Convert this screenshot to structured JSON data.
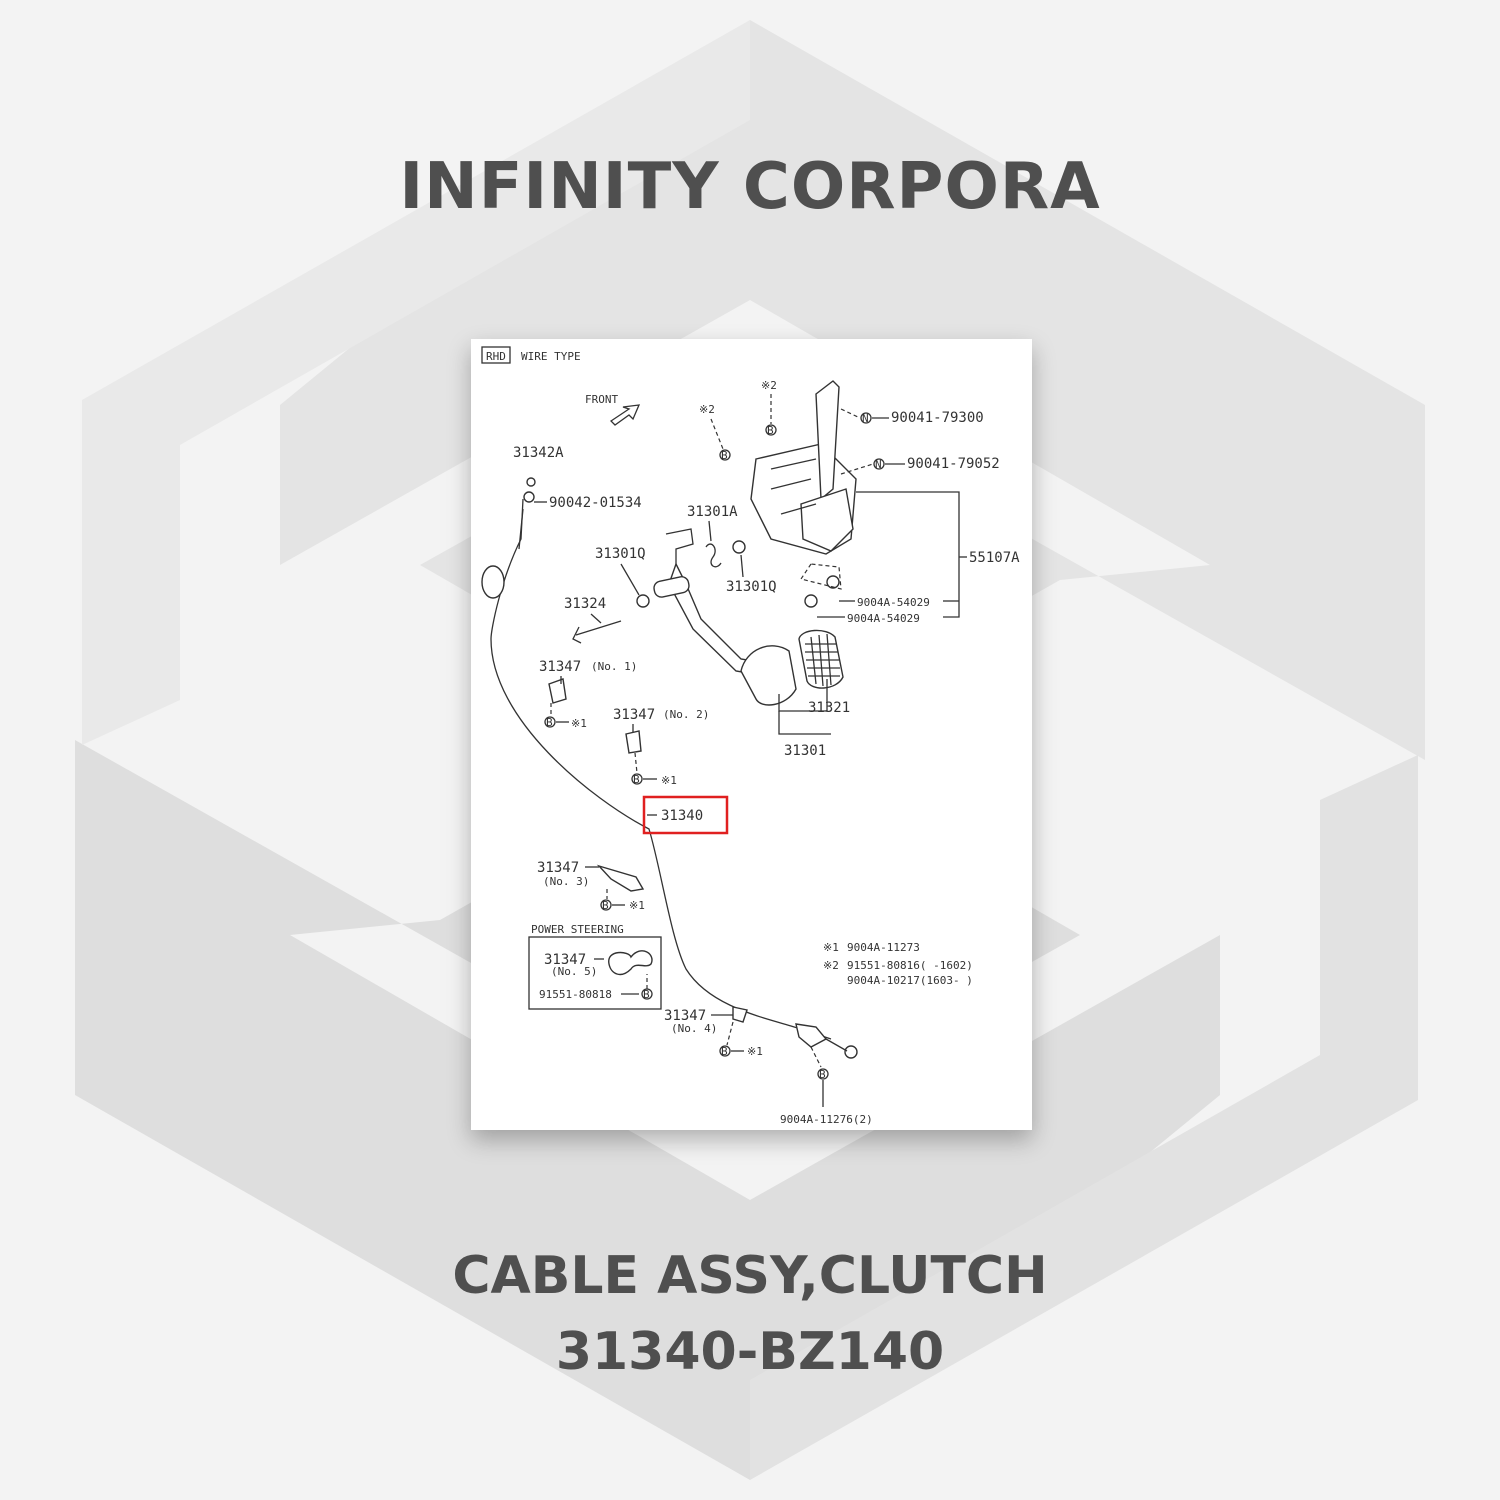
{
  "brand": "INFINITY CORPORA",
  "product": {
    "name": "CABLE ASSY,CLUTCH",
    "part_number": "31340-BZ140"
  },
  "diagram": {
    "header_tag": "RHD",
    "header_title": "WIRE TYPE",
    "front_label": "FRONT",
    "highlighted_label": "31340",
    "highlight_color": "#e02020",
    "labels": {
      "p31342A": "31342A",
      "p90042": "90042-01534",
      "p31301A": "31301A",
      "p31301Q_left": "31301Q",
      "p31301Q_right": "31301Q",
      "p31324": "31324",
      "p31347_no1": "31347",
      "no1": "(No. 1)",
      "p31347_no2": "31347",
      "no2": "(No. 2)",
      "p31347_no3": "31347",
      "no3": "(No. 3)",
      "p31347_no4": "31347",
      "no4": "(No. 4)",
      "p31347_no5": "31347",
      "no5": "(No. 5)",
      "power_steering": "POWER STEERING",
      "p91551_80818": "91551-80818",
      "p90041_79300": "90041-79300",
      "p90041_79052": "90041-79052",
      "p55107A": "55107A",
      "p9004A_54029_a": "9004A-54029",
      "p9004A_54029_b": "9004A-54029",
      "p31321": "31321",
      "p31301": "31301",
      "p9004A_11276": "9004A-11276(2)",
      "mark1": "※1",
      "mark2": "※2",
      "b": "B",
      "n": "N"
    },
    "notes": [
      {
        "mark": "※1",
        "text": "9004A-11273"
      },
      {
        "mark": "※2",
        "text": "91551-80816(     -1602)"
      },
      {
        "mark": "",
        "text": "9004A-10217(1603-     )"
      }
    ]
  }
}
